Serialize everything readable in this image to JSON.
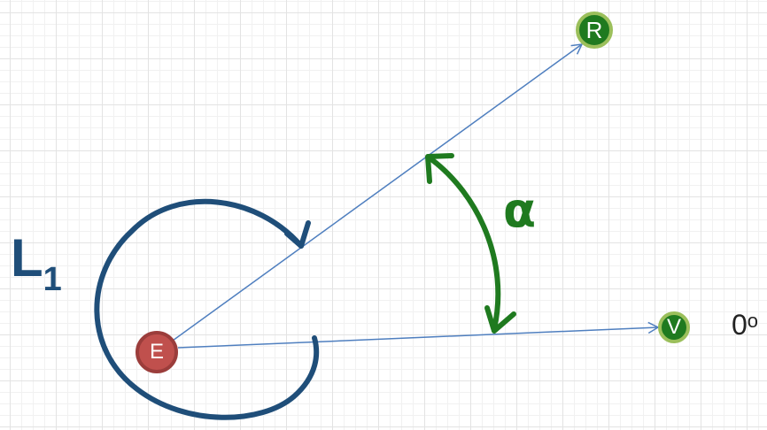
{
  "nodes": {
    "r": "R",
    "v": "V",
    "e": "E"
  },
  "labels": {
    "l_main": "L",
    "l_sub": "1",
    "alpha": "α",
    "zero_value": "0",
    "zero_sup": "o"
  },
  "colors": {
    "line": "#4f7fbf",
    "loop": "#1f4e79",
    "angle_arc": "#1f7a1f",
    "node_green": "#1f7a1f",
    "node_red": "#c0504d"
  }
}
